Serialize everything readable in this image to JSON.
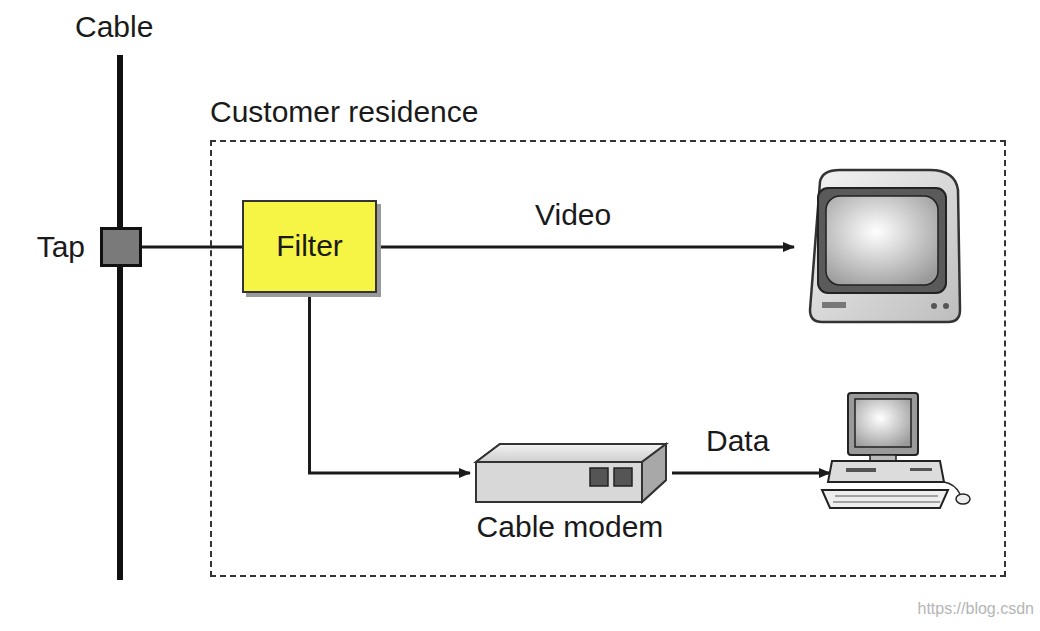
{
  "diagram": {
    "nodes": [
      {
        "text": [
          "Customer residence"
        ]
      },
      {
        "text": [
          "Filter"
        ],
        "in": 0
      },
      {
        "text": [
          "Cable modem"
        ],
        "in": 0
      },
      {
        "text": [
          "Tap"
        ]
      }
    ],
    "edges": [
      {
        "from": 3,
        "to": 1,
        "arrow": "none"
      },
      {
        "from": 1,
        "to": 2,
        "arrow": "to"
      }
    ],
    "labels": [
      "Cable",
      "Video",
      "Data",
      "https://blog.csdn"
    ]
  }
}
